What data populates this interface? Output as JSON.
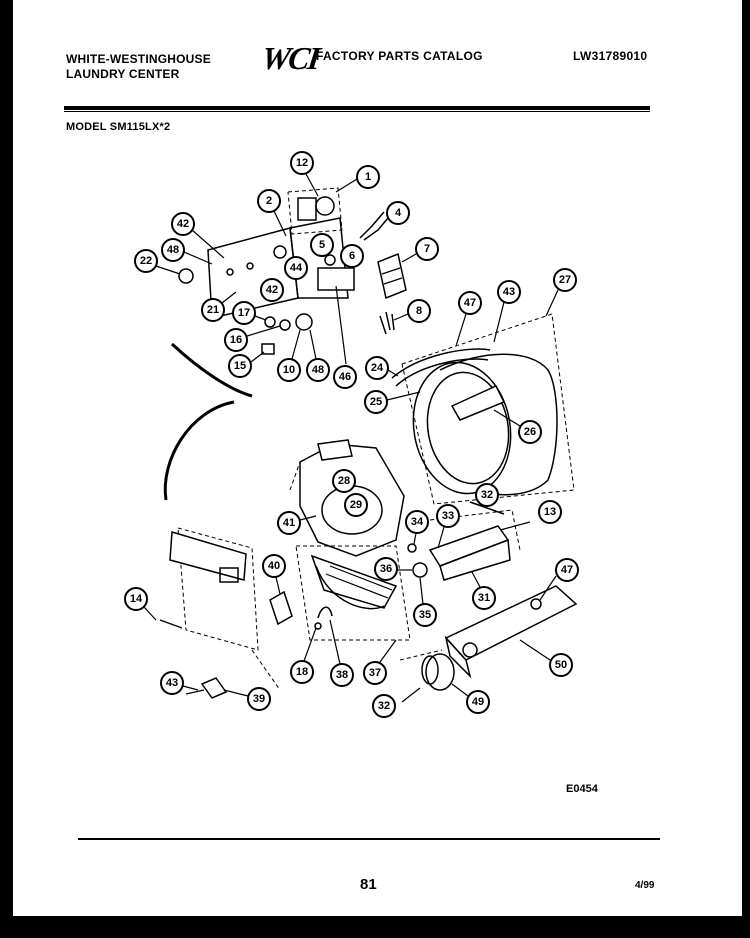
{
  "header": {
    "manufacturer_line1": "WHITE-WESTINGHOUSE",
    "manufacturer_line2": "LAUNDRY CENTER",
    "logo_text": "WCI",
    "catalog_title": "FACTORY PARTS CATALOG",
    "catalog_number": "LW31789010"
  },
  "model": "MODEL SM115LX*2",
  "diagram": {
    "callouts": [
      "1",
      "2",
      "4",
      "5",
      "6",
      "7",
      "8",
      "10",
      "12",
      "13",
      "14",
      "15",
      "16",
      "17",
      "18",
      "21",
      "22",
      "24",
      "25",
      "26",
      "27",
      "28",
      "29",
      "31",
      "32",
      "33",
      "34",
      "35",
      "36",
      "37",
      "38",
      "39",
      "40",
      "41",
      "42",
      "43",
      "44",
      "46",
      "47",
      "48",
      "49",
      "50"
    ]
  },
  "footer": {
    "reference_code": "E0454",
    "page_number": "81",
    "date": "4/99"
  }
}
